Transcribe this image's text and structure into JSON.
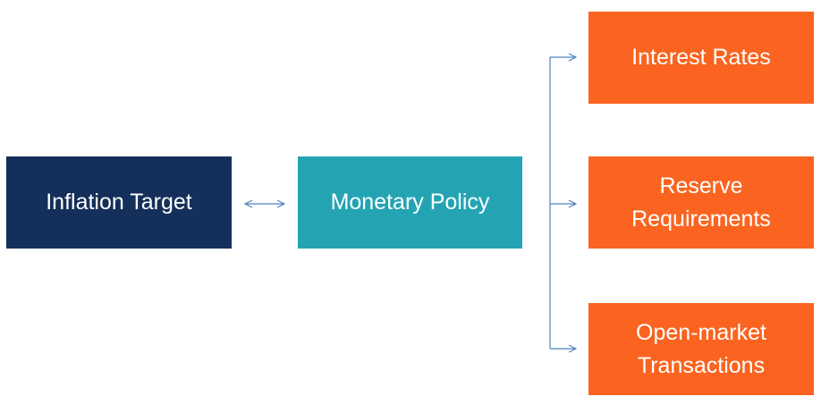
{
  "colors": {
    "inflation_box": "#14305a",
    "monetary_box": "#24a4b3",
    "instrument_box": "#fa6420",
    "connector": "#4f81bd",
    "text": "#ffffff"
  },
  "nodes": {
    "inflation_target": {
      "lines": [
        "Inflation Target"
      ]
    },
    "monetary_policy": {
      "lines": [
        "Monetary Policy"
      ]
    },
    "interest_rates": {
      "lines": [
        "Interest Rates"
      ]
    },
    "reserve_requirements": {
      "lines": [
        "Reserve",
        "Requirements"
      ]
    },
    "open_market": {
      "lines": [
        "Open-market",
        "Transactions"
      ]
    }
  },
  "edges": [
    {
      "from": "inflation_target",
      "to": "monetary_policy",
      "type": "bidirectional"
    },
    {
      "from": "monetary_policy",
      "to": "interest_rates",
      "type": "arrow"
    },
    {
      "from": "monetary_policy",
      "to": "reserve_requirements",
      "type": "arrow"
    },
    {
      "from": "monetary_policy",
      "to": "open_market",
      "type": "arrow"
    }
  ]
}
